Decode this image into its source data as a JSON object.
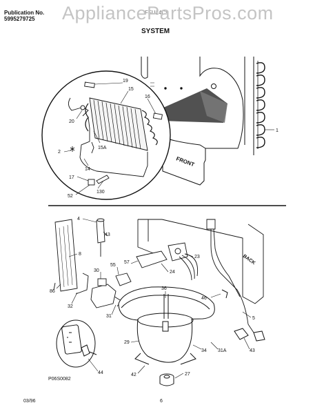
{
  "header": {
    "publication_label": "Publication No.",
    "publication_number": "5995279725",
    "model_number": "FFU14C9",
    "watermark": "AppliancePartsPros.com",
    "section_title": "SYSTEM"
  },
  "footer": {
    "figure_code": "P06S0082",
    "date": "03/96",
    "page_number": "6"
  },
  "cabinet_label": "FRONT",
  "back_label": "BACK",
  "callouts": {
    "c19": "19",
    "c15": "15",
    "c16": "16",
    "c1": "1",
    "c20": "20",
    "c2": "2",
    "c15a": "15A",
    "c14": "14",
    "c17": "17",
    "c130": "130",
    "c52": "52",
    "c4": "4",
    "c43a": "43",
    "c8": "8",
    "c30": "30",
    "c55": "55",
    "c57": "57",
    "c23": "23",
    "c24": "24",
    "c86": "86",
    "c32": "32",
    "c31": "31",
    "c36": "36",
    "c46": "46",
    "c5": "5",
    "c29": "29",
    "c34": "34",
    "c31a": "31A",
    "c43b": "43",
    "c42": "42",
    "c44": "44",
    "c27": "27"
  }
}
